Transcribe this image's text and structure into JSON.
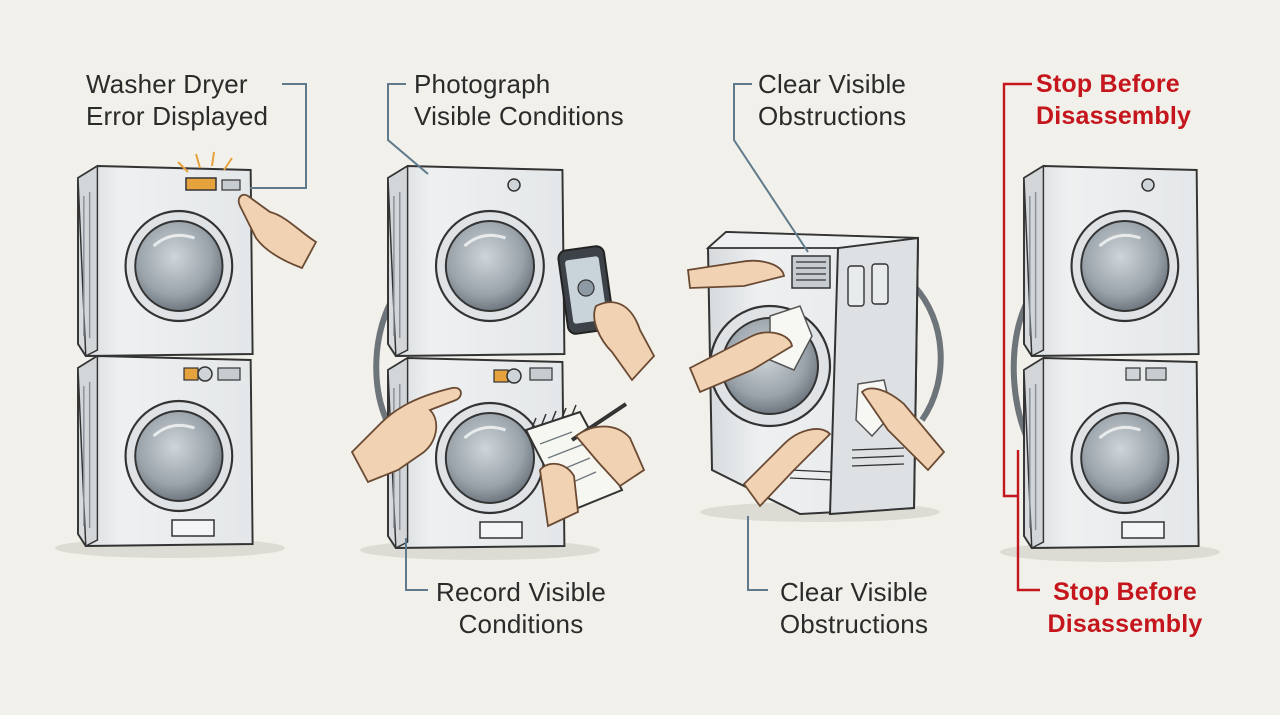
{
  "steps": [
    {
      "id": "error",
      "line1": "Washer Dryer",
      "line2": "Error Displayed"
    },
    {
      "id": "photograph",
      "line1": "Photograph",
      "line2": "Visible Conditions"
    },
    {
      "id": "record",
      "line1": "Record Visible",
      "line2": "Conditions"
    },
    {
      "id": "clear_top",
      "line1": "Clear Visible",
      "line2": "Obstructions"
    },
    {
      "id": "clear_bottom",
      "line1": "Clear Visible",
      "line2": "Obstructions"
    },
    {
      "id": "stop_top",
      "line1": "Stop Before",
      "line2": "Disassembly"
    },
    {
      "id": "stop_bottom",
      "line1": "Stop Before",
      "line2": "Disassembly"
    }
  ],
  "colors": {
    "background": "#f1f0ea",
    "ink": "#2b2b2b",
    "machine": "#eceeef",
    "machine_shade": "#d3d7da",
    "connector": "#5f7a8c",
    "warning": "#c4161c",
    "display_amber": "#e6a23c",
    "skin": "#f1d2b3"
  },
  "icons": [
    "stacked-washer-dryer-icon",
    "hand-pointing-icon",
    "smartphone-icon",
    "notepad-icon",
    "pen-icon",
    "cleaning-cloth-icon"
  ]
}
